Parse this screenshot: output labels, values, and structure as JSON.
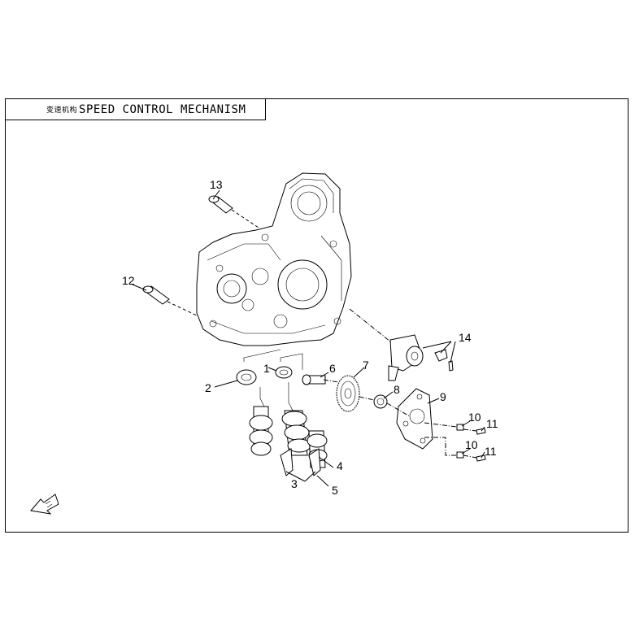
{
  "title": {
    "cn": "变速机构",
    "en": "SPEED CONTROL MECHANISM"
  },
  "callouts": [
    "1",
    "2",
    "3",
    "4",
    "5",
    "6",
    "7",
    "8",
    "9",
    "10",
    "10",
    "11",
    "11",
    "12",
    "13",
    "14"
  ]
}
